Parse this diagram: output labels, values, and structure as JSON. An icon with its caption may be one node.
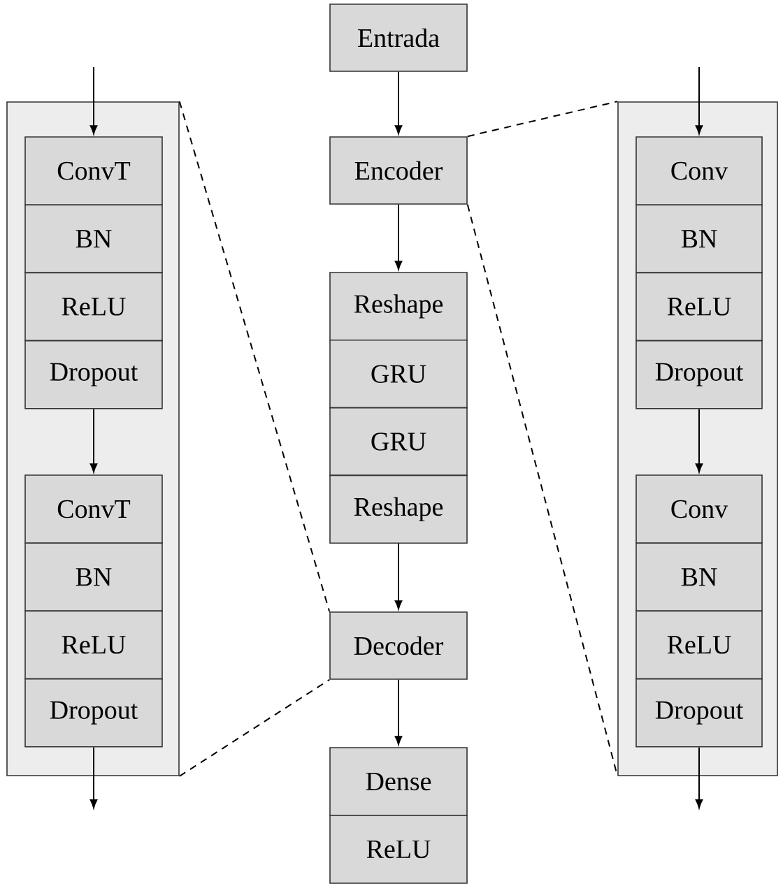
{
  "diagram": {
    "nodes": [
      {
        "text": [
          "Entrada"
        ]
      },
      {
        "text": [],
        "shape": "box"
      },
      {
        "text": [
          "ConvT"
        ],
        "in": 1
      },
      {
        "text": [
          "BN"
        ],
        "in": 1
      },
      {
        "text": [
          "ReLU"
        ],
        "in": 1
      },
      {
        "text": [
          "Dropout"
        ],
        "in": 1
      },
      {
        "text": [
          "ConvT"
        ],
        "in": 1
      },
      {
        "text": [
          "BN"
        ],
        "in": 1
      },
      {
        "text": [
          "ReLU"
        ],
        "in": 1
      },
      {
        "text": [
          "Dropout"
        ],
        "in": 1
      },
      {
        "text": [
          "Encoder"
        ]
      },
      {
        "text": [],
        "shape": "box"
      },
      {
        "text": [
          "Conv"
        ],
        "in": 11
      },
      {
        "text": [
          "BN"
        ],
        "in": 11
      },
      {
        "text": [
          "ReLU"
        ],
        "in": 11
      },
      {
        "text": [
          "Dropout"
        ],
        "in": 11
      },
      {
        "text": [
          "Conv"
        ],
        "in": 11
      },
      {
        "text": [
          "BN"
        ],
        "in": 11
      },
      {
        "text": [
          "ReLU"
        ],
        "in": 11
      },
      {
        "text": [
          "Dropout"
        ],
        "in": 11
      },
      {
        "text": [
          "Reshape"
        ]
      },
      {
        "text": [
          "GRU"
        ]
      },
      {
        "text": [
          "GRU"
        ]
      },
      {
        "text": [
          "Reshape"
        ]
      },
      {
        "text": [
          "Decoder"
        ]
      },
      {
        "text": [
          "Dense"
        ]
      },
      {
        "text": [
          "ReLU"
        ]
      }
    ],
    "edges": [
      {
        "from": 0,
        "to": 10,
        "arrow": "to"
      },
      {
        "from": 10,
        "to": 20,
        "arrow": "to"
      },
      {
        "from": 23,
        "to": 24,
        "arrow": "to"
      },
      {
        "from": 24,
        "to": 25,
        "arrow": "to"
      },
      {
        "from": null,
        "to": 2,
        "arrow": "to"
      },
      {
        "from": 5,
        "to": 6,
        "arrow": "to"
      },
      {
        "from": 9,
        "to": null,
        "arrow": "to"
      },
      {
        "from": null,
        "to": 12,
        "arrow": "to"
      },
      {
        "from": 15,
        "to": 16,
        "arrow": "to"
      },
      {
        "from": 19,
        "to": null,
        "arrow": "to"
      },
      {
        "from": 10,
        "to": 11,
        "arrow": "none",
        "style": "dashed"
      },
      {
        "from": 10,
        "to": 11,
        "arrow": "none",
        "style": "dashed"
      },
      {
        "from": 1,
        "to": 24,
        "arrow": "none",
        "style": "dashed"
      },
      {
        "from": 1,
        "to": 24,
        "arrow": "none",
        "style": "dashed"
      }
    ]
  }
}
